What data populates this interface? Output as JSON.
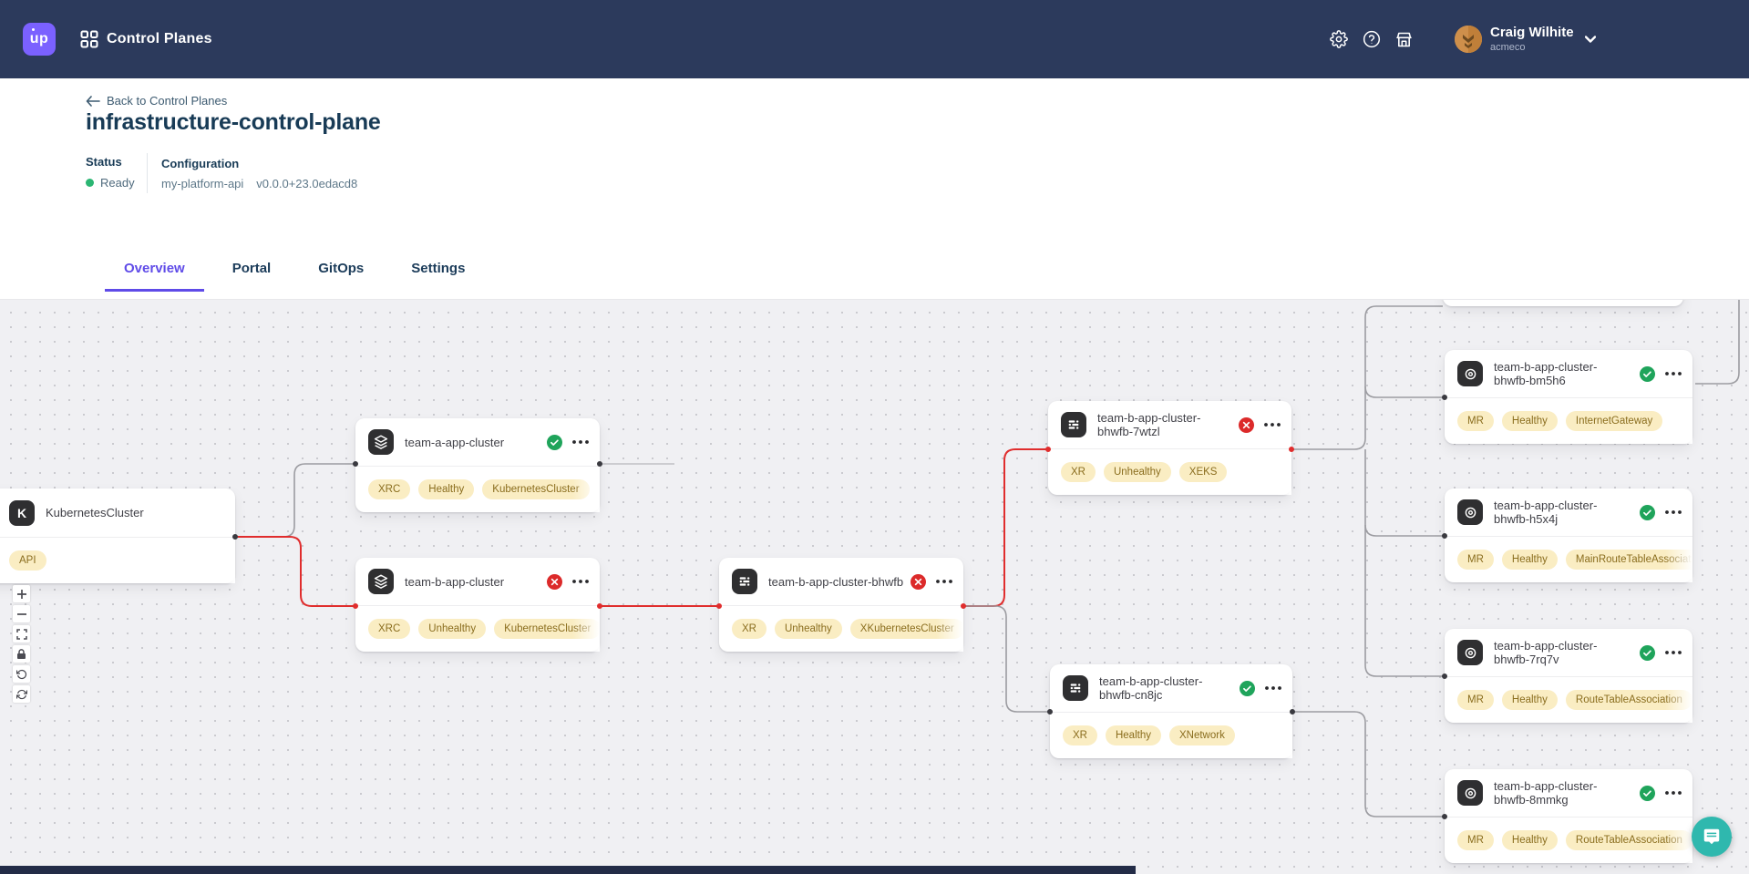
{
  "navbar": {
    "logo_text": "up",
    "app_title": "Control Planes",
    "icons": [
      "grid-icon",
      "gear-icon",
      "help-icon",
      "marketplace-icon"
    ],
    "user": {
      "name": "Craig Wilhite",
      "org": "acmeco"
    }
  },
  "header": {
    "back_link": "Back to Control Planes",
    "title": "infrastructure-control-plane",
    "status_label": "Status",
    "status_value": "Ready",
    "config_label": "Configuration",
    "config_name": "my-platform-api",
    "config_version": "v0.0.0+23.0edacd8"
  },
  "tabs": [
    {
      "label": "Overview",
      "active": true
    },
    {
      "label": "Portal",
      "active": false
    },
    {
      "label": "GitOps",
      "active": false
    },
    {
      "label": "Settings",
      "active": false
    }
  ],
  "canvas": {
    "nodes": [
      {
        "title": "KubernetesCluster",
        "icon": "kubernetes",
        "status": null,
        "tags": [
          "API"
        ]
      },
      {
        "title": "team-a-app-cluster",
        "icon": "layers",
        "status": "healthy",
        "tags": [
          "XRC",
          "Healthy",
          "KubernetesCluster"
        ]
      },
      {
        "title": "team-b-app-cluster",
        "icon": "layers",
        "status": "error",
        "tags": [
          "XRC",
          "Unhealthy",
          "KubernetesCluster"
        ]
      },
      {
        "title": "team-b-app-cluster-bhwfb",
        "icon": "composite",
        "status": "error",
        "tags": [
          "XR",
          "Unhealthy",
          "XKubernetesCluster"
        ]
      },
      {
        "title": "team-b-app-cluster-bhwfb-7wtzl",
        "icon": "composite",
        "status": "error",
        "tags": [
          "XR",
          "Unhealthy",
          "XEKS"
        ]
      },
      {
        "title": "team-b-app-cluster-bhwfb-cn8jc",
        "icon": "composite",
        "status": "healthy",
        "tags": [
          "XR",
          "Healthy",
          "XNetwork"
        ]
      },
      {
        "title": "team-b-app-cluster-bhwfb-bm5h6",
        "icon": "managed",
        "status": "healthy",
        "tags": [
          "MR",
          "Healthy",
          "InternetGateway"
        ]
      },
      {
        "title": "team-b-app-cluster-bhwfb-h5x4j",
        "icon": "managed",
        "status": "healthy",
        "tags": [
          "MR",
          "Healthy",
          "MainRouteTableAssociation"
        ]
      },
      {
        "title": "team-b-app-cluster-bhwfb-7rq7v",
        "icon": "managed",
        "status": "healthy",
        "tags": [
          "MR",
          "Healthy",
          "RouteTableAssociation"
        ]
      },
      {
        "title": "team-b-app-cluster-bhwfb-8mmkg",
        "icon": "managed",
        "status": "healthy",
        "tags": [
          "MR",
          "Healthy",
          "RouteTableAssociation"
        ]
      }
    ],
    "controls": [
      "zoom-in",
      "zoom-out",
      "fit-view",
      "lock",
      "reset-view",
      "refresh-layout"
    ],
    "colors": {
      "navbar_bg": "#2C3A5C",
      "brand_purple": "#7B61FF",
      "accent_purple": "#5F4BE8",
      "status_green": "#1FA45B",
      "status_red": "#DC2A2A",
      "edge_red": "#E02D2D",
      "edge_gray": "#9C9CA1",
      "tag_bg": "#FAEDC3",
      "tag_text": "#8A6D1E",
      "intercom_teal": "#2FB8AE"
    }
  }
}
